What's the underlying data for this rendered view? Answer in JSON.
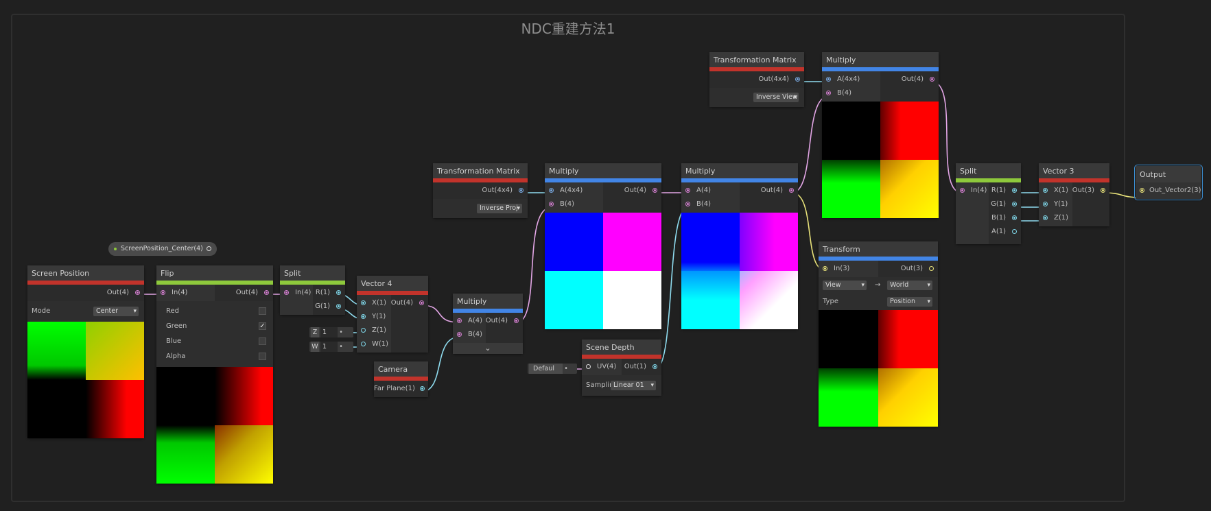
{
  "group_title": "NDC重建方法1",
  "pill": {
    "label": "ScreenPosition_Center(4)"
  },
  "screen_position": {
    "title": "Screen Position",
    "out": "Out(4)",
    "mode_label": "Mode",
    "mode_value": "Center"
  },
  "flip": {
    "title": "Flip",
    "in": "In(4)",
    "out": "Out(4)",
    "toggles": [
      {
        "label": "Red",
        "checked": false
      },
      {
        "label": "Green",
        "checked": true
      },
      {
        "label": "Blue",
        "checked": false
      },
      {
        "label": "Alpha",
        "checked": false
      }
    ]
  },
  "split1": {
    "title": "Split",
    "in": "In(4)",
    "outs": [
      "R(1)",
      "G(1)"
    ]
  },
  "vector4": {
    "title": "Vector 4",
    "ins": [
      "X(1)",
      "Y(1)",
      "Z(1)",
      "W(1)"
    ],
    "out": "Out(4)",
    "z_field": {
      "label": "Z",
      "value": "1"
    },
    "w_field": {
      "label": "W",
      "value": "1"
    }
  },
  "camera": {
    "title": "Camera",
    "out": "Far Plane(1)"
  },
  "multiply_small": {
    "title": "Multiply",
    "ins": [
      "A(4)",
      "B(4)"
    ],
    "out": "Out(4)",
    "collapse": "⌄"
  },
  "tm1": {
    "title": "Transformation Matrix",
    "out": "Out(4x4)",
    "value": "Inverse Proj"
  },
  "multiply1": {
    "title": "Multiply",
    "ins": [
      "A(4x4)",
      "B(4)"
    ],
    "out": "Out(4)"
  },
  "scene_depth": {
    "title": "Scene Depth",
    "in": "UV(4)",
    "out": "Out(1)",
    "uv_default": "Defaul",
    "sampling_label": "Samplin",
    "sampling_value": "Linear 01"
  },
  "multiply2": {
    "title": "Multiply",
    "ins": [
      "A(4)",
      "B(4)"
    ],
    "out": "Out(4)"
  },
  "tm2": {
    "title": "Transformation Matrix",
    "out": "Out(4x4)",
    "value": "Inverse View"
  },
  "multiply3": {
    "title": "Multiply",
    "ins": [
      "A(4x4)",
      "B(4)"
    ],
    "out": "Out(4)"
  },
  "transform": {
    "title": "Transform",
    "in": "In(3)",
    "out": "Out(3)",
    "from": "View",
    "arrow": "→",
    "to": "World",
    "type_label": "Type",
    "type_value": "Position"
  },
  "split2": {
    "title": "Split",
    "in": "In(4)",
    "outs": [
      "R(1)",
      "G(1)",
      "B(1)",
      "A(1)"
    ]
  },
  "vector3": {
    "title": "Vector 3",
    "ins": [
      "X(1)",
      "Y(1)",
      "Z(1)"
    ],
    "out": "Out(3)"
  },
  "output": {
    "title": "Output",
    "in": "Out_Vector2(3)"
  },
  "colors": {
    "red_bar": "#c2332b",
    "blue_bar": "#4285e6",
    "green_bar": "#8ec93c",
    "wire_pink": "#e3a6e6",
    "wire_cyan": "#8fdcef",
    "wire_yellow": "#e8e27a",
    "selection": "#3a8cd0"
  }
}
